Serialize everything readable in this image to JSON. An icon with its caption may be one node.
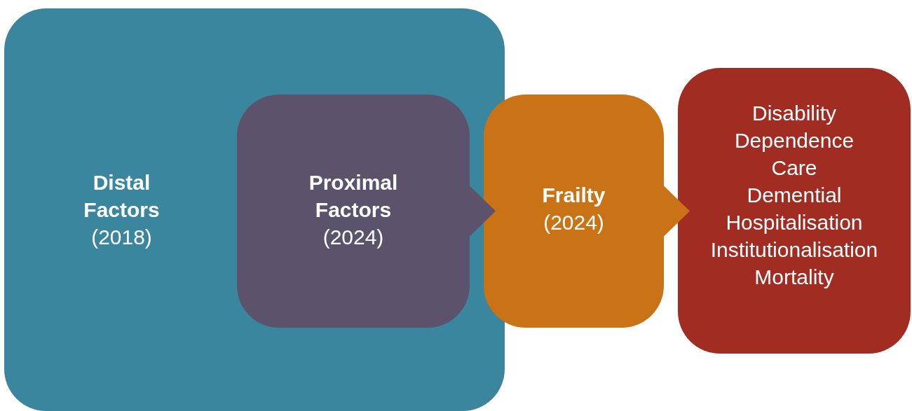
{
  "diagram": {
    "nodes": [
      {
        "text": [
          "Distal Factors",
          "(2018)"
        ]
      },
      {
        "text": [
          "Proximal Factors",
          "(2024)"
        ],
        "in": 0
      },
      {
        "text": [
          "Frailty",
          "(2024)"
        ]
      },
      {
        "text": [
          "Disability",
          "Dependence",
          "Care",
          "Demential",
          "Hospitalisation",
          "Institutionalisation",
          "Mortality"
        ]
      }
    ],
    "edges": [
      {
        "from": 1,
        "to": 2,
        "arrow": "to"
      },
      {
        "from": 2,
        "to": 3,
        "arrow": "to"
      }
    ]
  }
}
